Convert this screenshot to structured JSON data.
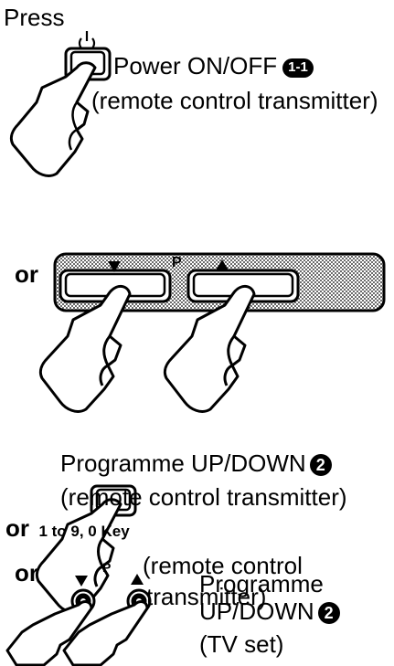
{
  "press": "Press",
  "power": {
    "label": "Power ON/OFF",
    "badge": "1-1",
    "source": "(remote control transmitter)"
  },
  "or": "or",
  "prog_remote": {
    "p": "P",
    "label": "Programme UP/DOWN",
    "badge": "2",
    "source": "(remote control transmitter)"
  },
  "keys": {
    "label": "1 to 9, 0 Key",
    "source_line1": "(remote control",
    "source_line2": "transmitter)"
  },
  "prog_tv": {
    "p": "P",
    "line1": "Programme",
    "line2": "UP/DOWN",
    "badge": "2",
    "source": "(TV set)"
  }
}
